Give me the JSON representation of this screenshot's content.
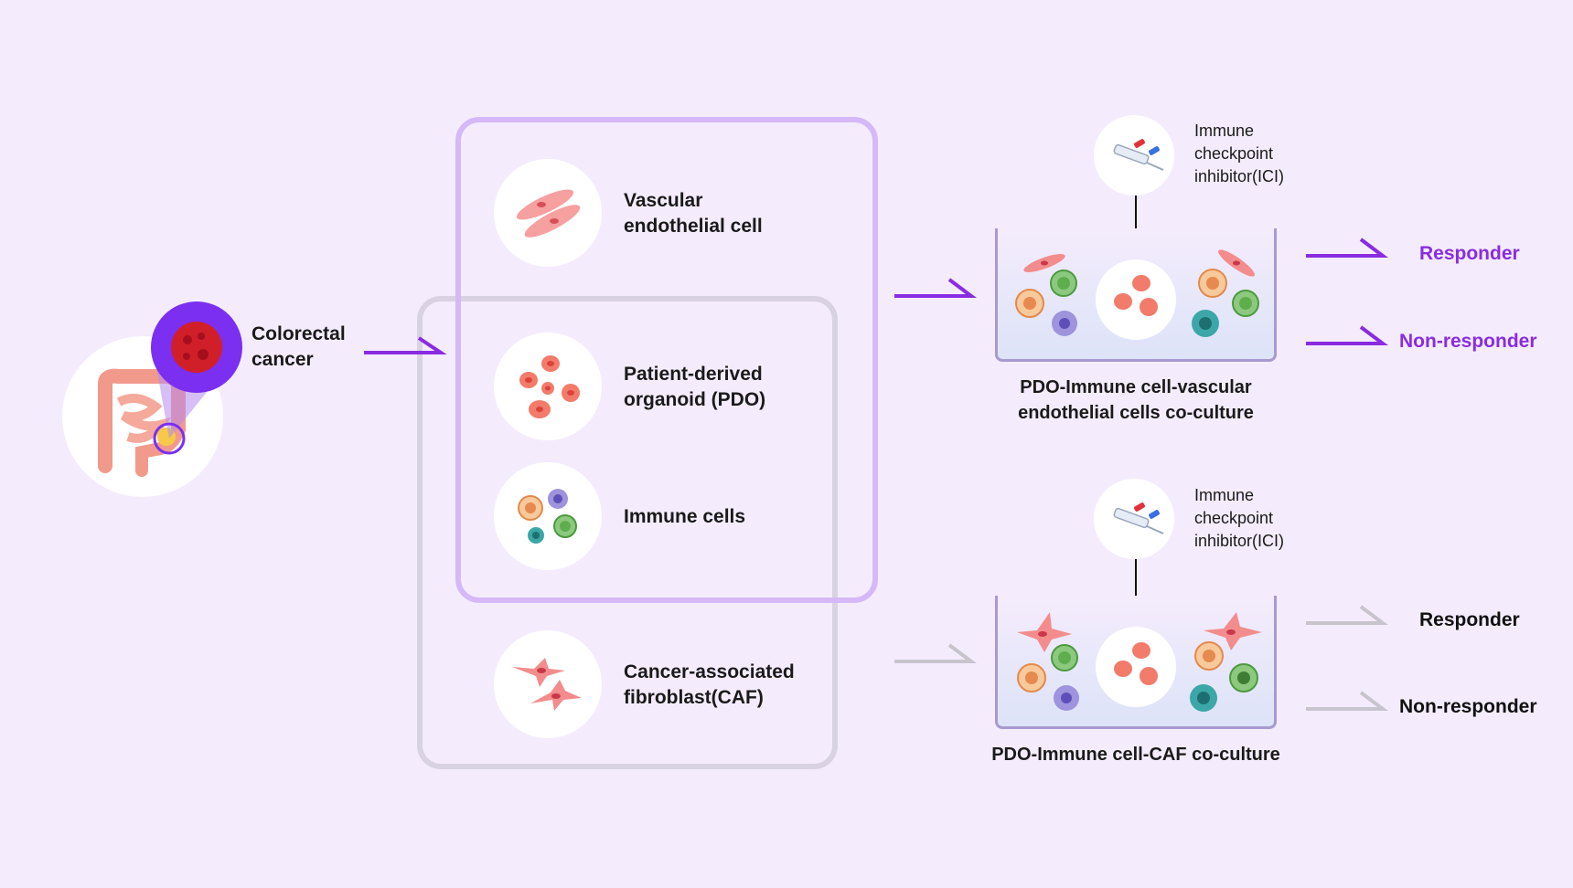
{
  "source": {
    "label": "Colorectal\ncancer"
  },
  "cells": [
    {
      "label": "Vascular\nendothelial cell"
    },
    {
      "label": "Patient-derived\norganoid (PDO)"
    },
    {
      "label": "Immune cells"
    },
    {
      "label": "Cancer-associated\nfibroblast(CAF)"
    }
  ],
  "top_culture": {
    "treatment": "Immune\ncheckpoint\ninhibitor(ICI)",
    "caption": "PDO-Immune cell-vascular\nendothelial cells co-culture",
    "outcomes": [
      "Responder",
      "Non-responder"
    ]
  },
  "bottom_culture": {
    "treatment": "Immune\ncheckpoint\ninhibitor(ICI)",
    "caption": "PDO-Immune cell-CAF co-culture",
    "outcomes": [
      "Responder",
      "Non-responder"
    ]
  },
  "colors": {
    "background": "#f4ecfd",
    "accent": "#8a2be2",
    "grey": "#c8c4ce",
    "well_border": "#a79ad0"
  },
  "icons": [
    "colon-icon",
    "tumor-icon",
    "endothelial-cell-icon",
    "organoid-icon",
    "immune-cells-icon",
    "fibroblast-icon",
    "syringe-icon"
  ]
}
